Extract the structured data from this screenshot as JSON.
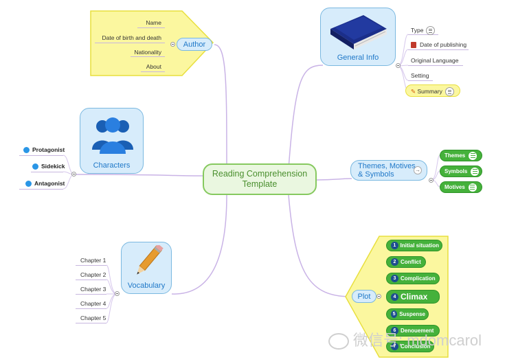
{
  "central": {
    "line1": "Reading Comprehension",
    "line2": "Template"
  },
  "author": {
    "label": "Author",
    "items": [
      "Name",
      "Date of birth and death",
      "Nationality",
      "About"
    ]
  },
  "general_info": {
    "label": "General Info",
    "icon": "book-icon",
    "items": [
      {
        "text": "Type",
        "icon": "note-icon"
      },
      {
        "text": "Date of publishing",
        "icon": "calendar-icon"
      },
      {
        "text": "Original Language"
      },
      {
        "text": "Setting"
      },
      {
        "text": "Summary",
        "icon": "pencil-icon",
        "icon2": "note-icon"
      }
    ]
  },
  "characters": {
    "label": "Characters",
    "icon": "people-icon",
    "items": [
      "Protagonist",
      "Sidekick",
      "Antagonist"
    ]
  },
  "themes": {
    "line1": "Themes, Motives",
    "line2": "& Symbols",
    "icon": "arrow-icon",
    "items": [
      "Themes",
      "Symbols",
      "Motives"
    ]
  },
  "vocabulary": {
    "label": "Vocabulary",
    "icon": "pencil-icon",
    "items": [
      "Chapter 1",
      "Chapter 2",
      "Chapter 3",
      "Chapter 4",
      "Chapter 5"
    ]
  },
  "plot": {
    "label": "Plot",
    "items": [
      {
        "num": "1",
        "text": "Initial situation"
      },
      {
        "num": "2",
        "text": "Conflict"
      },
      {
        "num": "3",
        "text": "Complication"
      },
      {
        "num": "4",
        "text": "Climax"
      },
      {
        "num": "5",
        "text": "Suspense"
      },
      {
        "num": "6",
        "text": "Denouement"
      },
      {
        "num": "7",
        "text": "Conclusion"
      }
    ]
  },
  "watermark": "微信号: mdomcarol",
  "colors": {
    "branch": "#c9b3e6",
    "highlight": "#fbf79f",
    "highlight_border": "#e8df3d",
    "hub_fill": "#d7ecfb",
    "hub_border": "#7ab8e0",
    "green": "#45b13b"
  }
}
